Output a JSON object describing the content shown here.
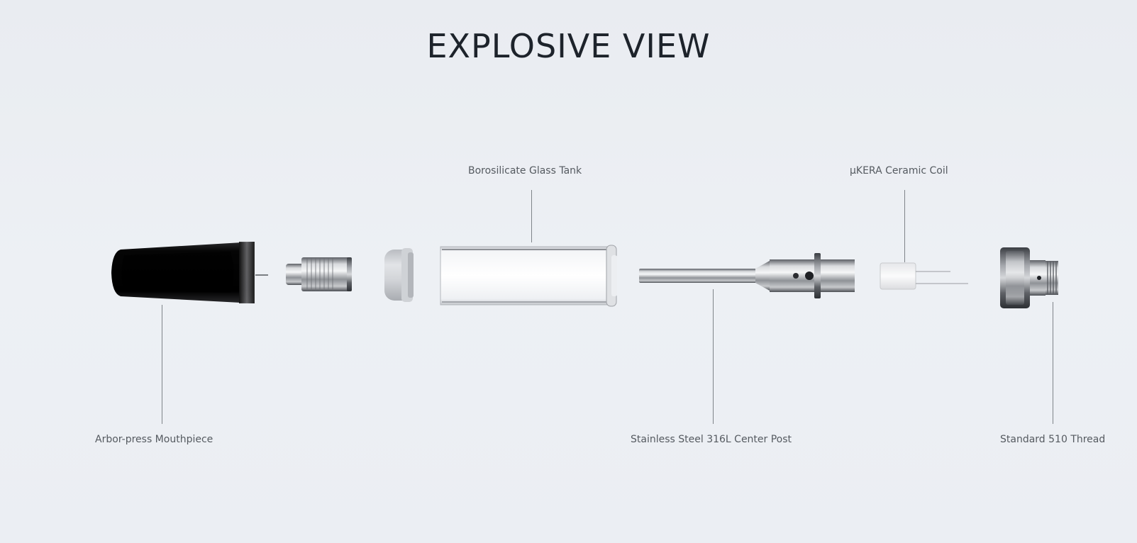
{
  "title": "EXPLOSIVE VIEW",
  "labels": {
    "glass_tank": "Borosilicate Glass Tank",
    "ceramic_coil": "μKERA Ceramic Coil",
    "mouthpiece": "Arbor-press Mouthpiece",
    "center_post": "Stainless Steel 316L Center Post",
    "thread": "Standard 510 Thread"
  }
}
